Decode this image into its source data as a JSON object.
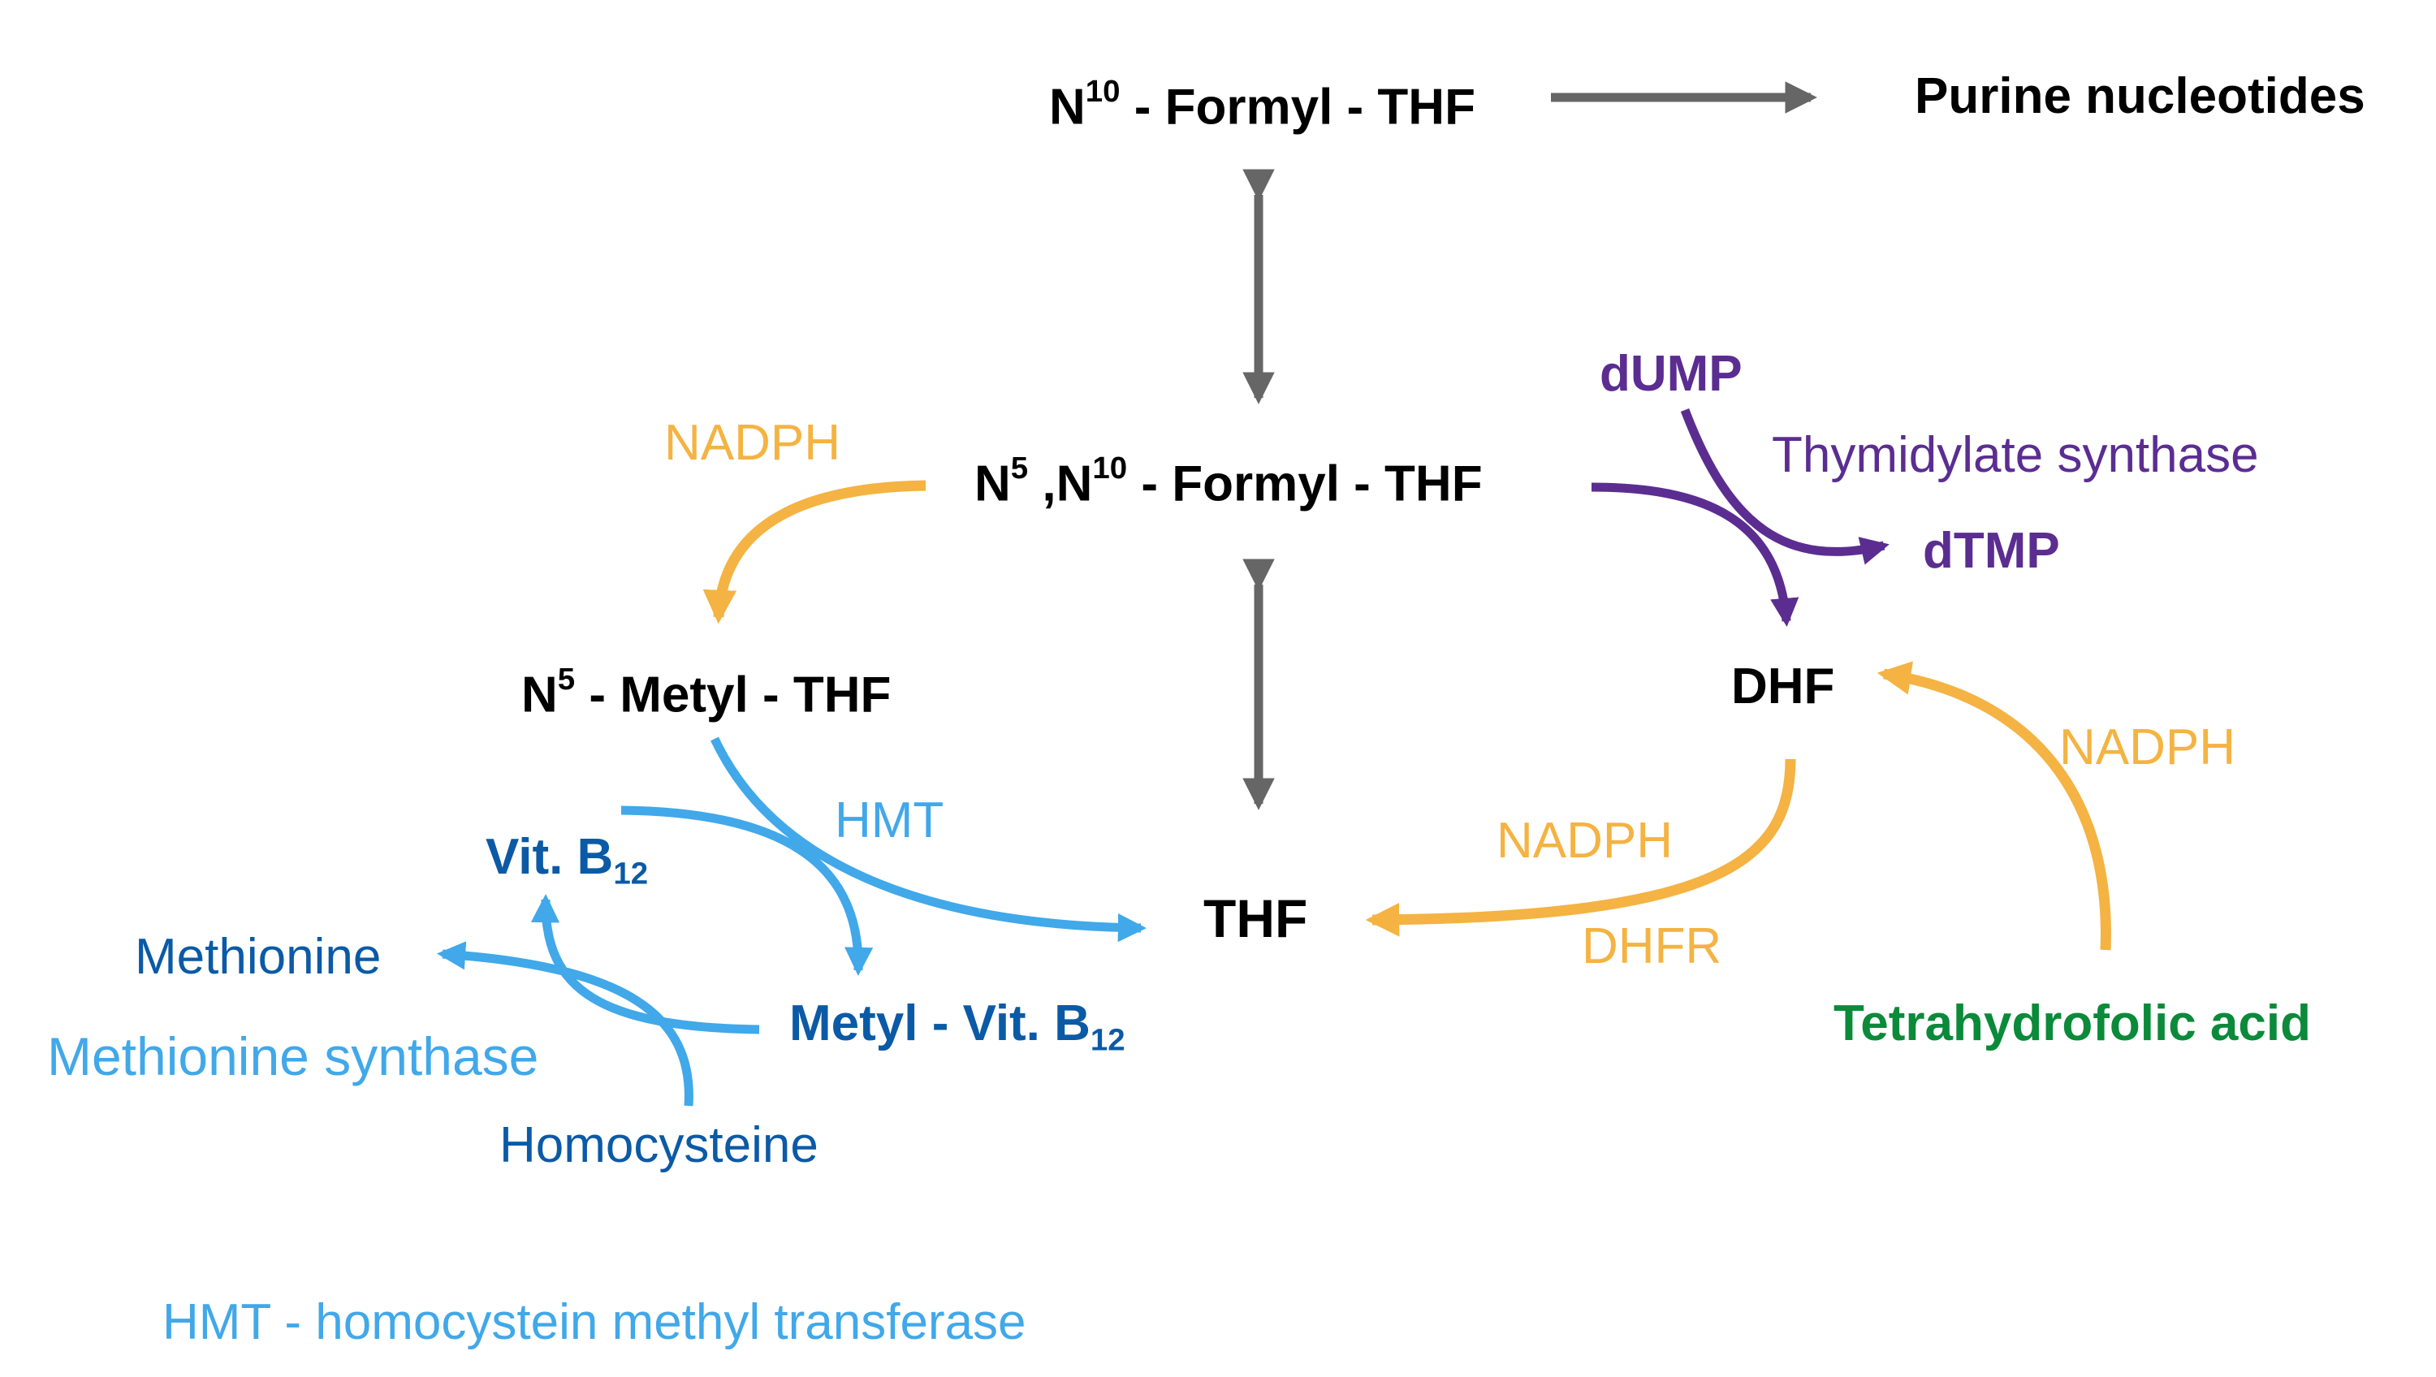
{
  "nodes": {
    "n10_formyl_thf": {
      "prefix": "N",
      "sup": "10",
      "suffix": " - Formyl - THF"
    },
    "purine": {
      "text": "Purine nucleotides"
    },
    "n5n10_formyl_thf": {
      "p1": "N",
      "sup1": "5",
      "p2": " ,N",
      "sup2": "10",
      "p3": " - Formyl - THF"
    },
    "n5_metyl_thf": {
      "prefix": "N",
      "sup": "5",
      "suffix": " - Metyl - THF"
    },
    "thf": {
      "text": "THF"
    },
    "dhf": {
      "text": "DHF"
    },
    "dump": {
      "text": "dUMP"
    },
    "dtmp": {
      "text": "dTMP"
    },
    "vit_b12": {
      "prefix": "Vit. B",
      "sub": "12"
    },
    "metyl_vit_b12": {
      "prefix": "Metyl - Vit. B",
      "sub": "12"
    },
    "methionine": {
      "text": "Methionine"
    },
    "homocysteine": {
      "text": "Homocysteine"
    },
    "tetrahydrofolic_acid": {
      "text": "Tetrahydrofolic acid"
    }
  },
  "labels": {
    "nadph_left": "NADPH",
    "nadph_center": "NADPH",
    "nadph_right": "NADPH",
    "dhfr": "DHFR",
    "hmt": "HMT",
    "thymidylate_synthase": "Thymidylate synthase",
    "methionine_synthase": "Methionine synthase",
    "legend": "HMT - homocystein methyl transferase"
  },
  "colors": {
    "black": "#000000",
    "gray": "#666666",
    "orange": "#f4b342",
    "purple": "#5b2d91",
    "light_blue": "#41a8e9",
    "dark_blue": "#0b5aa6",
    "green": "#0b8a3a"
  }
}
